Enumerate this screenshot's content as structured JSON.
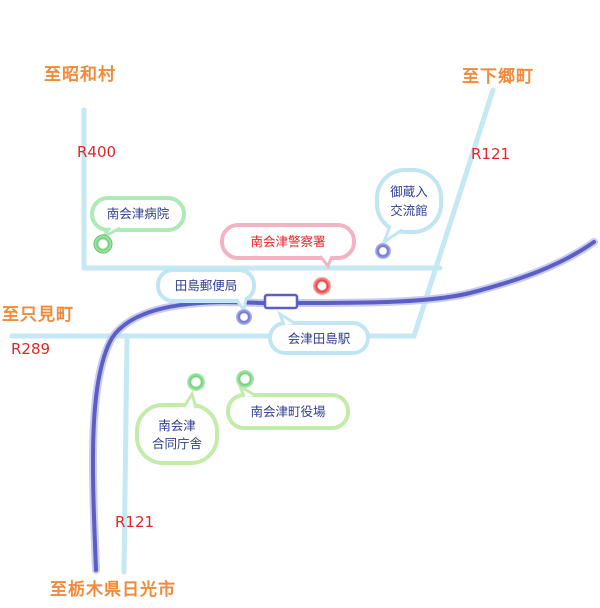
{
  "destinations": {
    "showa": "至昭和村",
    "shimogo": "至下郷町",
    "tadami": "至只見町",
    "tochigi": "至栃木県日光市"
  },
  "routes": {
    "r400": "R400",
    "r121_top": "R121",
    "r289": "R289",
    "r121_bottom": "R121"
  },
  "places": {
    "hospital": "南会津病院",
    "police": "南会津警察署",
    "okura_line1": "御蔵入",
    "okura_line2": "交流館",
    "post_office": "田島郵便局",
    "station": "会津田島駅",
    "town_office": "南会津町役場",
    "gov_line1": "南会津",
    "gov_line2": "合同庁舎"
  },
  "colors": {
    "road": "#bfe6f2",
    "railway": "#5a5fc4",
    "dest_text": "#f08a3c",
    "route_text": "#e0262a",
    "marker_green": "#5fc56a",
    "marker_blue": "#6a6fd0",
    "marker_red": "#e83a3a"
  }
}
